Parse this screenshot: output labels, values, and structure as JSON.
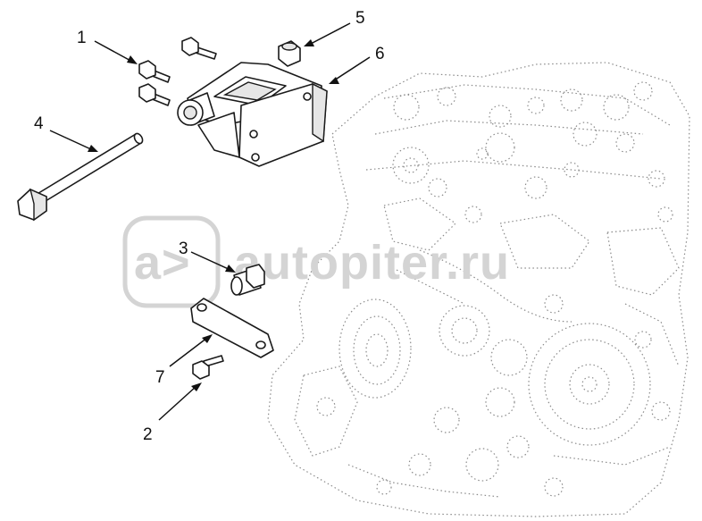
{
  "diagram": {
    "callouts": [
      {
        "id": "1",
        "text": "1"
      },
      {
        "id": "2",
        "text": "2"
      },
      {
        "id": "3",
        "text": "3"
      },
      {
        "id": "4",
        "text": "4"
      },
      {
        "id": "5",
        "text": "5"
      },
      {
        "id": "6",
        "text": "6"
      },
      {
        "id": "7",
        "text": "7"
      }
    ],
    "watermark": {
      "logo_text": "a>",
      "text": "autopiter.ru"
    },
    "colors": {
      "line": "#1a1a1a",
      "engine_dots": "#8a8a8a",
      "watermark": "#d4d4d4"
    }
  }
}
